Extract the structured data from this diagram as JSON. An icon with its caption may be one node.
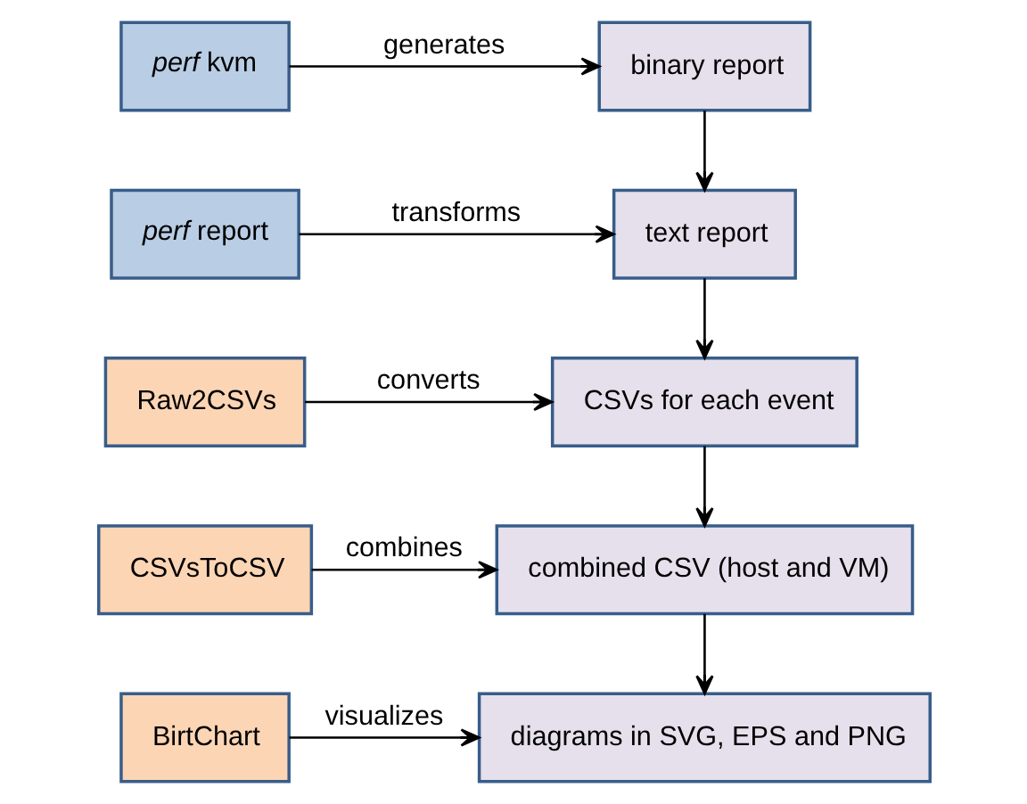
{
  "diagram": {
    "nodes": [
      {
        "text": [
          "*perf* kvm"
        ]
      },
      {
        "text": [
          "binary report"
        ]
      },
      {
        "text": [
          "*perf* report"
        ]
      },
      {
        "text": [
          "text report"
        ]
      },
      {
        "text": [
          "Raw2CSVs"
        ]
      },
      {
        "text": [
          "CSVs for each event"
        ]
      },
      {
        "text": [
          "CSVsToCSV"
        ]
      },
      {
        "text": [
          "combined CSV (host and VM)"
        ]
      },
      {
        "text": [
          "BirtChart"
        ]
      },
      {
        "text": [
          "diagrams in SVG, EPS and PNG"
        ]
      }
    ],
    "edges": [
      {
        "from": 0,
        "to": 1,
        "arrow": "to",
        "label": "generates"
      },
      {
        "from": 1,
        "to": 3,
        "arrow": "to"
      },
      {
        "from": 2,
        "to": 3,
        "arrow": "to",
        "label": "transforms"
      },
      {
        "from": 3,
        "to": 5,
        "arrow": "to"
      },
      {
        "from": 4,
        "to": 5,
        "arrow": "to",
        "label": "converts"
      },
      {
        "from": 5,
        "to": 7,
        "arrow": "to"
      },
      {
        "from": 6,
        "to": 7,
        "arrow": "to",
        "label": "combines"
      },
      {
        "from": 7,
        "to": 9,
        "arrow": "to"
      },
      {
        "from": 8,
        "to": 9,
        "arrow": "to",
        "label": "visualizes"
      }
    ]
  }
}
